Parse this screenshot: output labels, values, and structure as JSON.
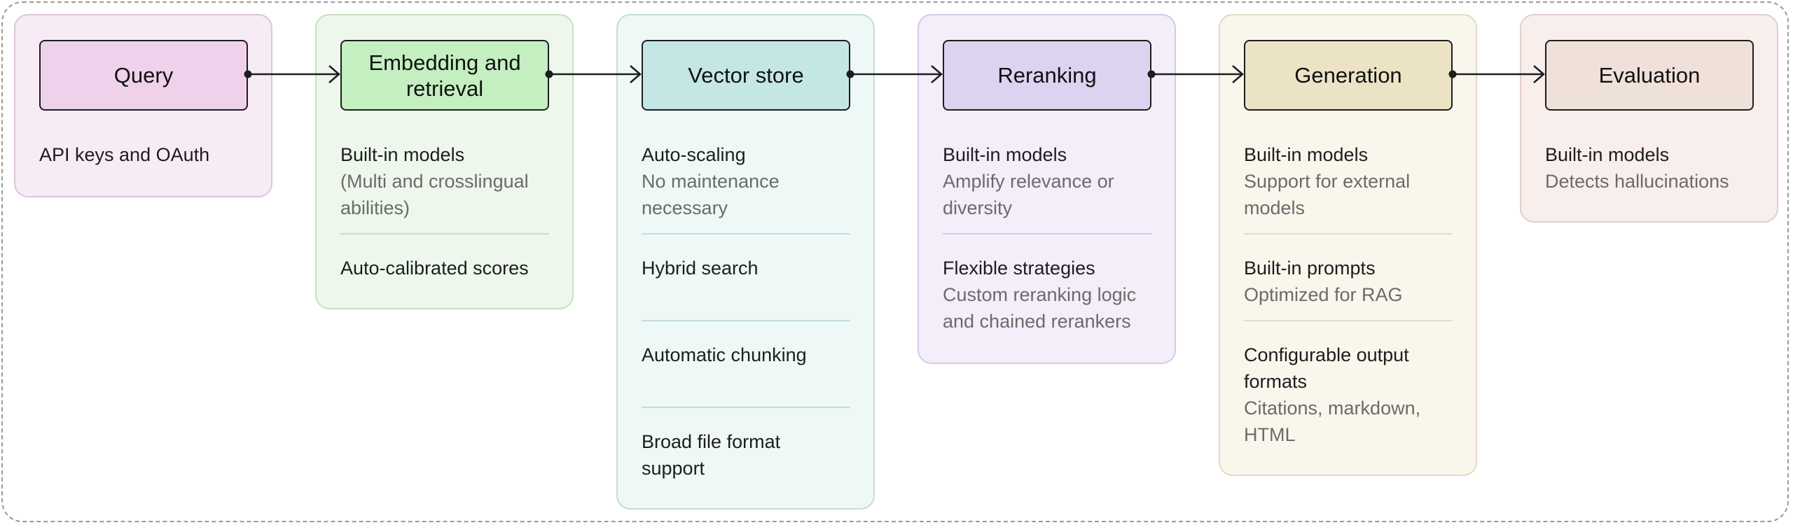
{
  "stages": [
    {
      "key": "query",
      "title": "Query",
      "colors": {
        "panel": "#f7ecf6",
        "panel_border": "#dcc4da",
        "head": "#efd1eb",
        "divider": "#dcc4da"
      },
      "items": [
        {
          "title": "API keys and OAuth",
          "sub": ""
        }
      ]
    },
    {
      "key": "embedding",
      "title": "Embedding and retrieval",
      "colors": {
        "panel": "#eef7ec",
        "panel_border": "#c9e0c3",
        "head": "#c4efc1",
        "divider": "#c9e0c3"
      },
      "items": [
        {
          "title": "Built-in models",
          "sub": "(Multi and crosslingual abilities)"
        },
        {
          "title": "Auto-calibrated scores",
          "sub": ""
        }
      ]
    },
    {
      "key": "vector-store",
      "title": "Vector store",
      "colors": {
        "panel": "#eef8f6",
        "panel_border": "#c4ddd9",
        "head": "#c4e7e5",
        "divider": "#c4ddd9"
      },
      "items": [
        {
          "title": "Auto-scaling",
          "sub": "No maintenance necessary"
        },
        {
          "title": "Hybrid search",
          "sub": ""
        },
        {
          "title": "Automatic chunking",
          "sub": ""
        },
        {
          "title": "Broad file format support",
          "sub": ""
        }
      ]
    },
    {
      "key": "reranking",
      "title": "Reranking",
      "colors": {
        "panel": "#f3eef9",
        "panel_border": "#d4cae3",
        "head": "#dcd3f0",
        "divider": "#d4cae3"
      },
      "items": [
        {
          "title": "Built-in models",
          "sub": "Amplify relevance or diversity"
        },
        {
          "title": "Flexible strategies",
          "sub": "Custom reranking logic and chained rerankers"
        }
      ]
    },
    {
      "key": "generation",
      "title": "Generation",
      "colors": {
        "panel": "#f9f6ec",
        "panel_border": "#e1dbc4",
        "head": "#ebe3c4",
        "divider": "#e1dbc4"
      },
      "items": [
        {
          "title": "Built-in models",
          "sub": "Support for external models"
        },
        {
          "title": "Built-in prompts",
          "sub": "Optimized for RAG"
        },
        {
          "title": "Configurable output formats",
          "sub": "Citations, markdown, HTML"
        }
      ]
    },
    {
      "key": "evaluation",
      "title": "Evaluation",
      "colors": {
        "panel": "#f8eeeb",
        "panel_border": "#e3cfc9",
        "head": "#f0e0da",
        "divider": "#e3cfc9"
      },
      "items": [
        {
          "title": "Built-in models",
          "sub": "Detects hallucinations"
        }
      ]
    }
  ],
  "connector_color": "#1d1d1f",
  "frame_style": "dashed"
}
